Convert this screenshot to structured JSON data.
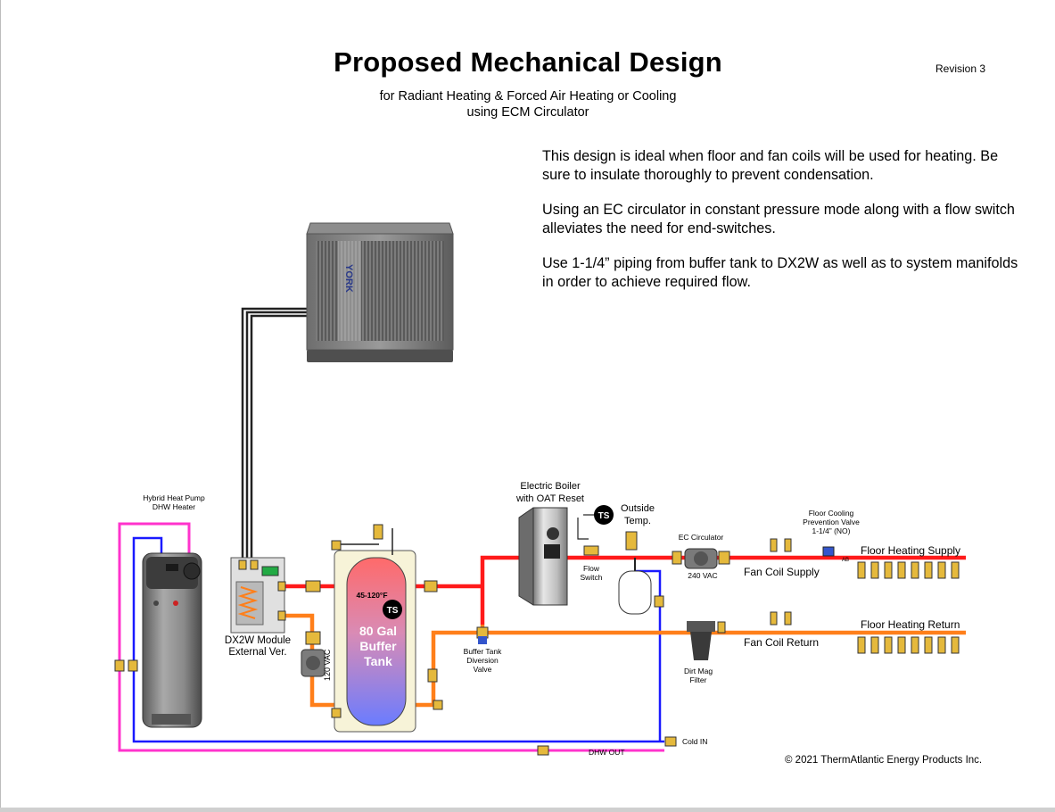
{
  "header": {
    "title": "Proposed Mechanical Design",
    "subtitle_line1": "for Radiant Heating & Forced Air Heating or Cooling",
    "subtitle_line2": "using ECM Circulator",
    "revision": "Revision 3"
  },
  "description": {
    "para1": "This design is ideal when floor and fan coils will be used for heating.  Be sure to insulate thoroughly to prevent condensation.",
    "para2": "Using an EC circulator in constant pressure mode along with a flow switch alleviates the need for end-switches.",
    "para3": "Use 1-1/4” piping from buffer tank to DX2W as well as to system manifolds in order to achieve required flow."
  },
  "labels": {
    "hp_heater_1": "Hybrid Heat Pump",
    "hp_heater_2": "DHW Heater",
    "outdoor_unit_brand": "YORK",
    "dx2w_1": "DX2W Module",
    "dx2w_2": "External Ver.",
    "vac_120": "120 VAC",
    "tank_temp": "45-120°F",
    "ts": "TS",
    "tank_1": "80 Gal",
    "tank_2": "Buffer",
    "tank_3": "Tank",
    "boiler_1": "Electric Boiler",
    "boiler_2": "with OAT Reset",
    "outside_1": "Outside",
    "outside_2": "Temp.",
    "flow_switch_1": "Flow",
    "flow_switch_2": "Switch",
    "ec_circ": "EC Circulator",
    "vac_240": "240 VAC",
    "fcv_1": "Floor Cooling",
    "fcv_2": "Prevention Valve",
    "fcv_3": "1-1/4” (NO)",
    "floor_supply": "Floor Heating Supply",
    "floor_return": "Floor Heating Return",
    "fan_supply": "Fan Coil Supply",
    "fan_return": "Fan Coil Return",
    "btdv_1": "Buffer Tank",
    "btdv_2": "Diversion",
    "btdv_3": "Valve",
    "dirt_1": "Dirt Mag",
    "dirt_2": "Filter",
    "cold_in": "Cold IN",
    "dhw_out": "DHW OUT",
    "ab": "AB"
  },
  "footer": {
    "copyright": "© 2021 ThermAtlantic Energy Products Inc."
  },
  "colors": {
    "hot_pipe": "#ff1a1a",
    "return_pipe": "#ff7f1a",
    "cold_water": "#1a1aff",
    "dhw_pipe": "#ff33cc",
    "refrigerant": "#222222"
  }
}
